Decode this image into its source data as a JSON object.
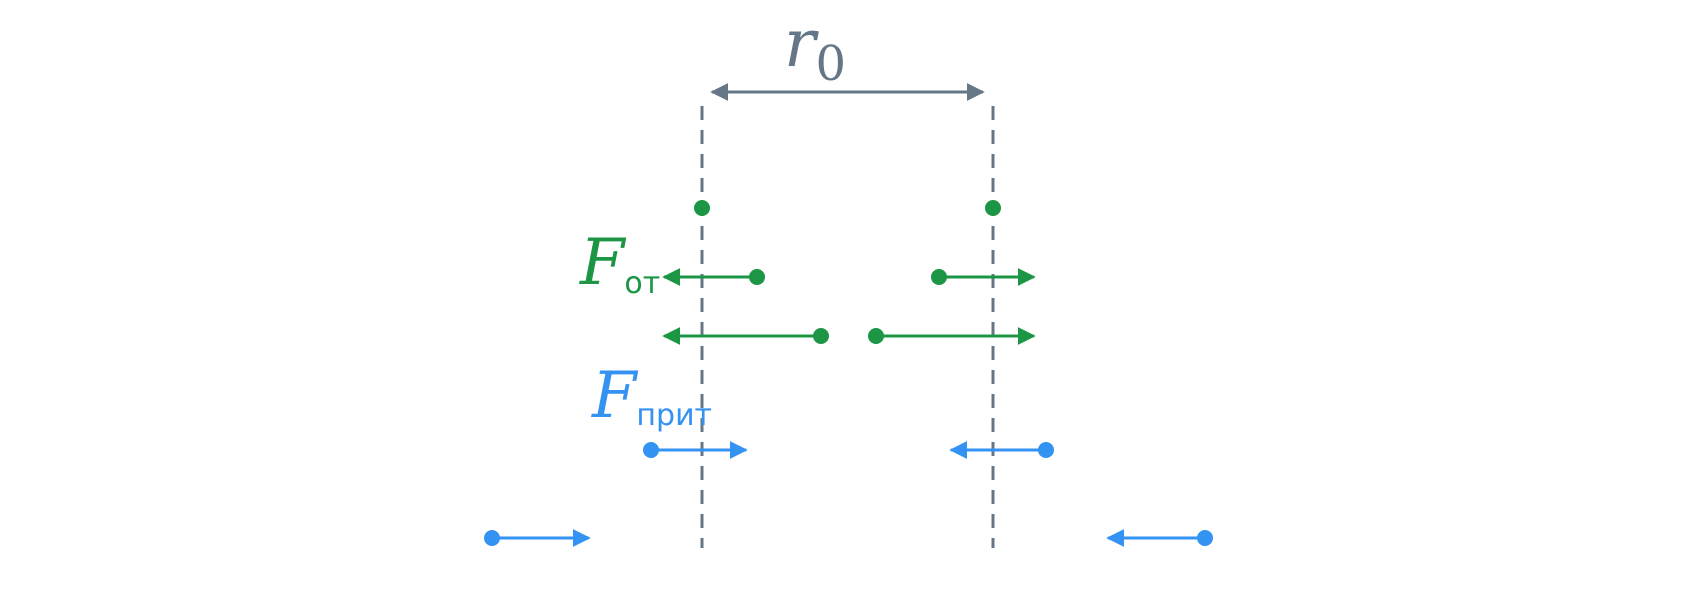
{
  "distance_label": {
    "symbol": "r",
    "subscript": "0"
  },
  "repulsion_label": {
    "symbol": "F",
    "subscript": "от"
  },
  "attraction_label": {
    "symbol": "F",
    "subscript": "прит"
  },
  "colors": {
    "gray": "#657786",
    "green": "#1c9645",
    "blue": "#3392f2"
  }
}
